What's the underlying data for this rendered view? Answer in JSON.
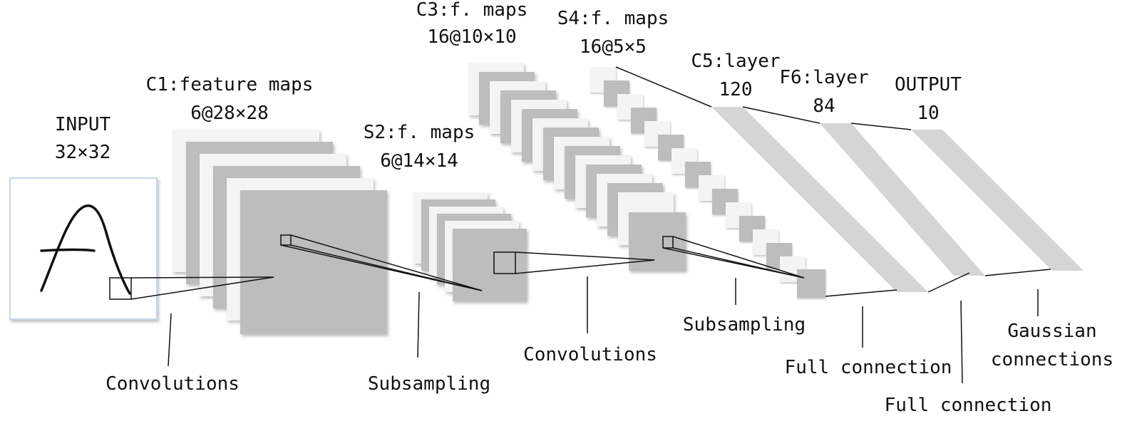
{
  "layers": {
    "input": {
      "name": "INPUT",
      "size": "32×32"
    },
    "c1": {
      "name": "C1:feature maps",
      "size": "6@28×28"
    },
    "s2": {
      "name": "S2:f. maps",
      "size": "6@14×14"
    },
    "c3": {
      "name": "C3:f. maps",
      "size": "16@10×10"
    },
    "s4": {
      "name": "S4:f. maps",
      "size": "16@5×5"
    },
    "c5": {
      "name": "C5:layer",
      "size": "120"
    },
    "f6": {
      "name": "F6:layer",
      "size": "84"
    },
    "output": {
      "name": "OUTPUT",
      "size": "10"
    }
  },
  "operations": {
    "op1": "Convolutions",
    "op2": "Subsampling",
    "op3": "Convolutions",
    "op4": "Subsampling",
    "op5": "Full connection",
    "op6": "Full connection",
    "op7": {
      "line1": "Gaussian",
      "line2": "connections"
    }
  },
  "colors": {
    "map_light": "#f4f4f4",
    "map_dark": "#bdbdbd",
    "vector": "#d5d5d5",
    "line": "#111111",
    "input_border": "#c8d6ea"
  }
}
